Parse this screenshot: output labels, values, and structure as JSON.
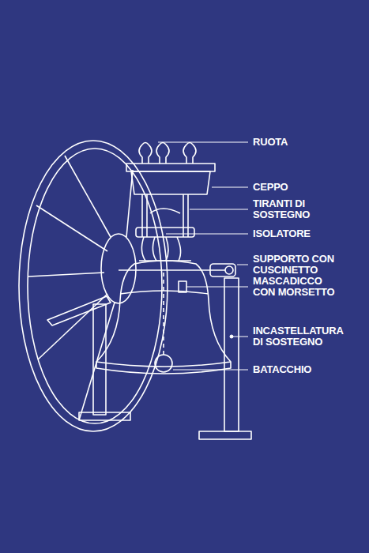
{
  "diagram": {
    "labels": [
      "RUOTA",
      "CEPPO",
      "TIRANTI DI SOSTEGNO",
      "ISOLATORE",
      "SUPPORTO CON CUSCINETTO",
      "MASCADICCO CON MORSETTO",
      "INCASTELLATURA DI SOSTEGNO",
      "BATACCHIO"
    ]
  }
}
